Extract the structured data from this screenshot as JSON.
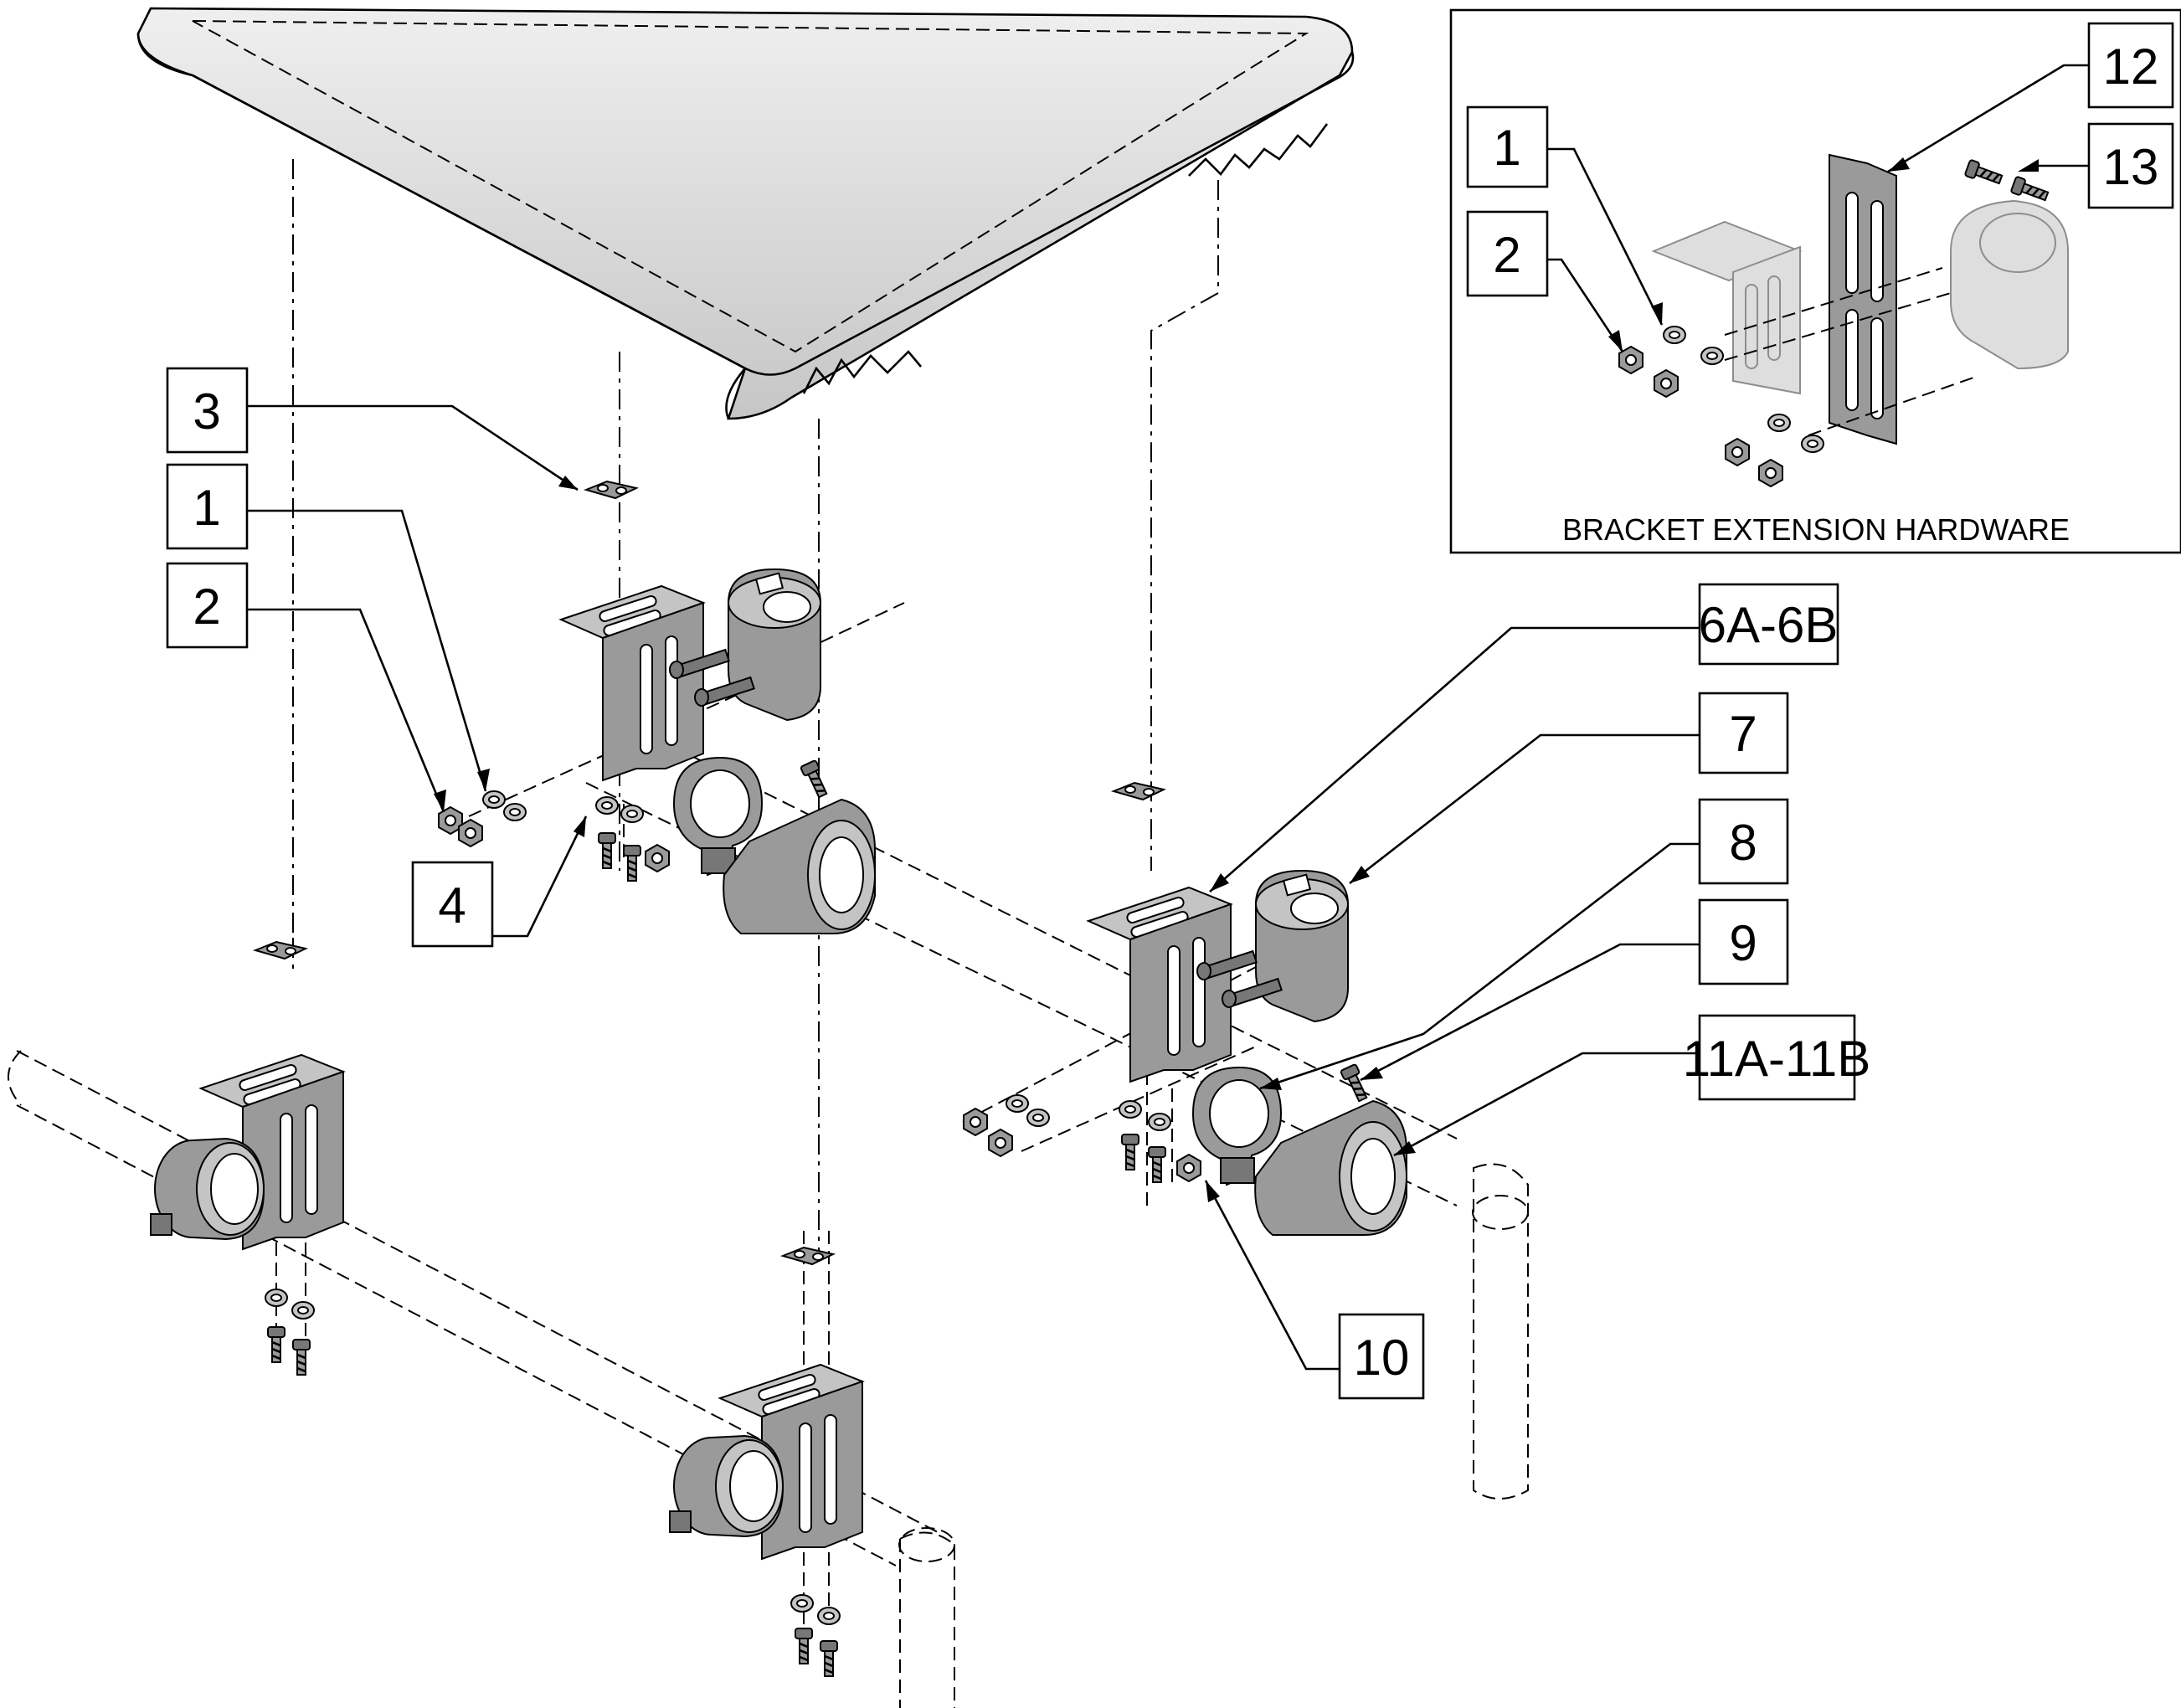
{
  "callouts": [
    {
      "id": "1",
      "label": "1"
    },
    {
      "id": "2",
      "label": "2"
    },
    {
      "id": "3",
      "label": "3"
    },
    {
      "id": "4",
      "label": "4"
    },
    {
      "id": "6a-6b",
      "label": "6A-6B"
    },
    {
      "id": "7",
      "label": "7"
    },
    {
      "id": "8",
      "label": "8"
    },
    {
      "id": "9",
      "label": "9"
    },
    {
      "id": "10",
      "label": "10"
    },
    {
      "id": "11a-11b",
      "label": "11A-11B"
    }
  ],
  "inset": {
    "title": "BRACKET EXTENSION HARDWARE",
    "callouts": [
      {
        "id": "1",
        "label": "1"
      },
      {
        "id": "2",
        "label": "2"
      },
      {
        "id": "12",
        "label": "12"
      },
      {
        "id": "13",
        "label": "13"
      }
    ]
  },
  "colors": {
    "part": "#9a9a9a",
    "part_dark": "#777777",
    "armpad": "#d2d2d2",
    "ghost": "#dedede"
  }
}
